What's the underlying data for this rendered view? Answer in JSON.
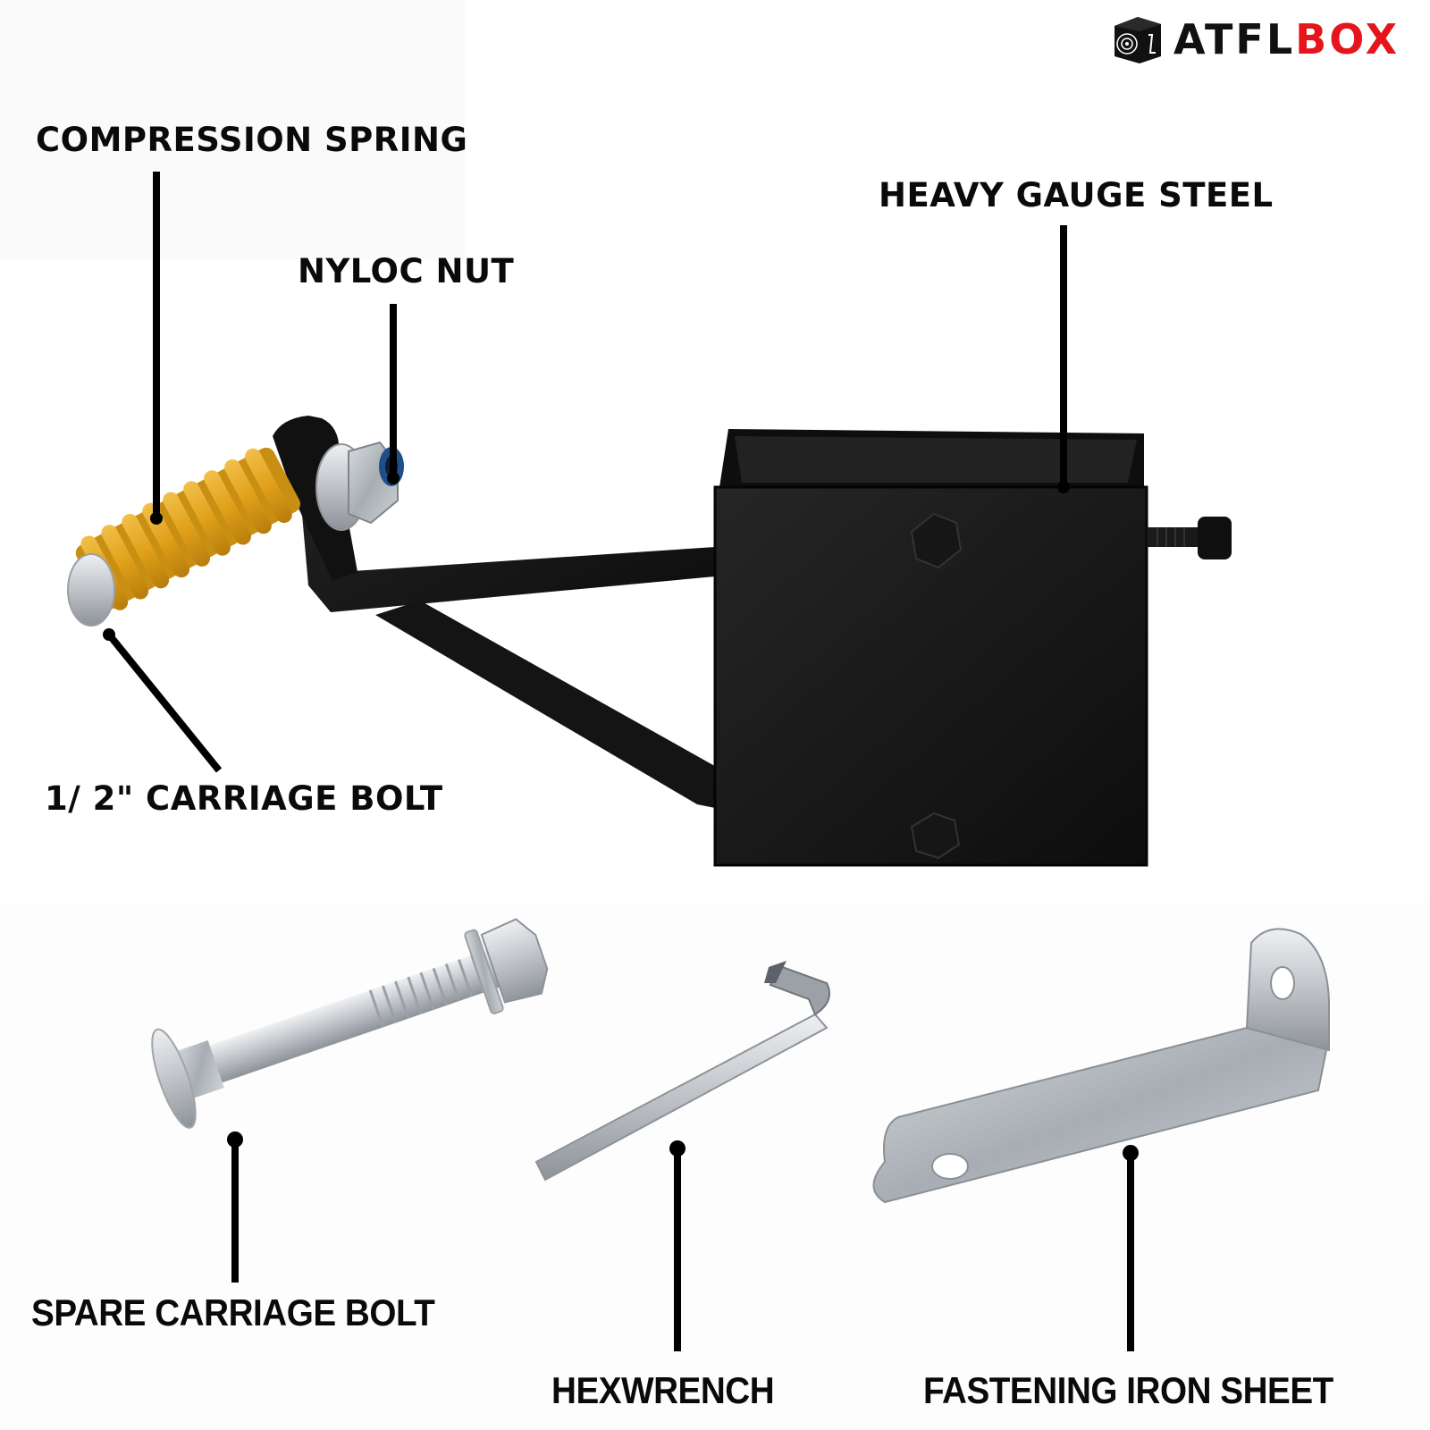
{
  "brand": {
    "name_part1": "ATFL",
    "name_part2": "BOX",
    "accent_color": "#e4161b",
    "icon": "target-cube-icon"
  },
  "callouts": {
    "compression_spring": "COMPRESSION SPRING",
    "nyloc_nut": "NYLOC NUT",
    "heavy_gauge_steel": "HEAVY GAUGE STEEL",
    "carriage_bolt": "1/ 2\" CARRIAGE BOLT",
    "spare_carriage_bolt": "SPARE CARRIAGE BOLT",
    "hexwrench": "HEXWRENCH",
    "fastening_iron_sheet": "FASTENING IRON SHEET"
  },
  "colors": {
    "spring": "#e3a41c",
    "steel_black": "#1a1a1a",
    "galvanized": "#c9ccd0",
    "leader_line": "#000000"
  }
}
